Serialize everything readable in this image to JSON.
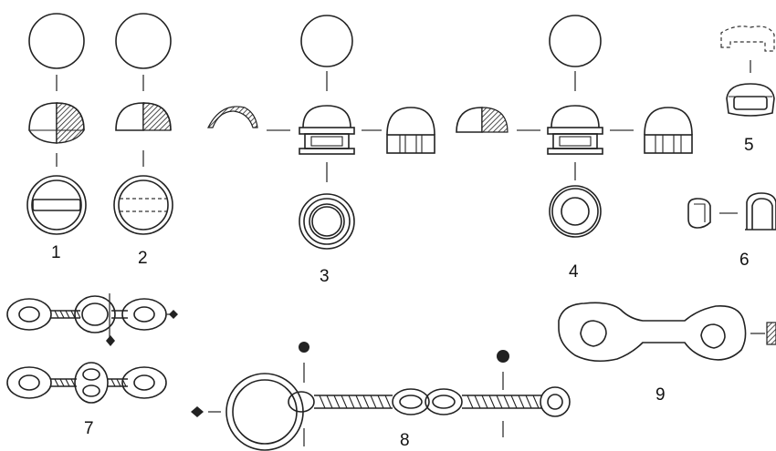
{
  "figure": {
    "labels": {
      "fig1": "1",
      "fig2": "2",
      "fig3": "3",
      "fig4": "4",
      "fig5": "5",
      "fig6": "6",
      "fig7": "7",
      "fig8": "8",
      "fig9": "9"
    }
  },
  "colors": {
    "ink": "#222222",
    "background": "#ffffff",
    "section_fill": "#333333"
  }
}
